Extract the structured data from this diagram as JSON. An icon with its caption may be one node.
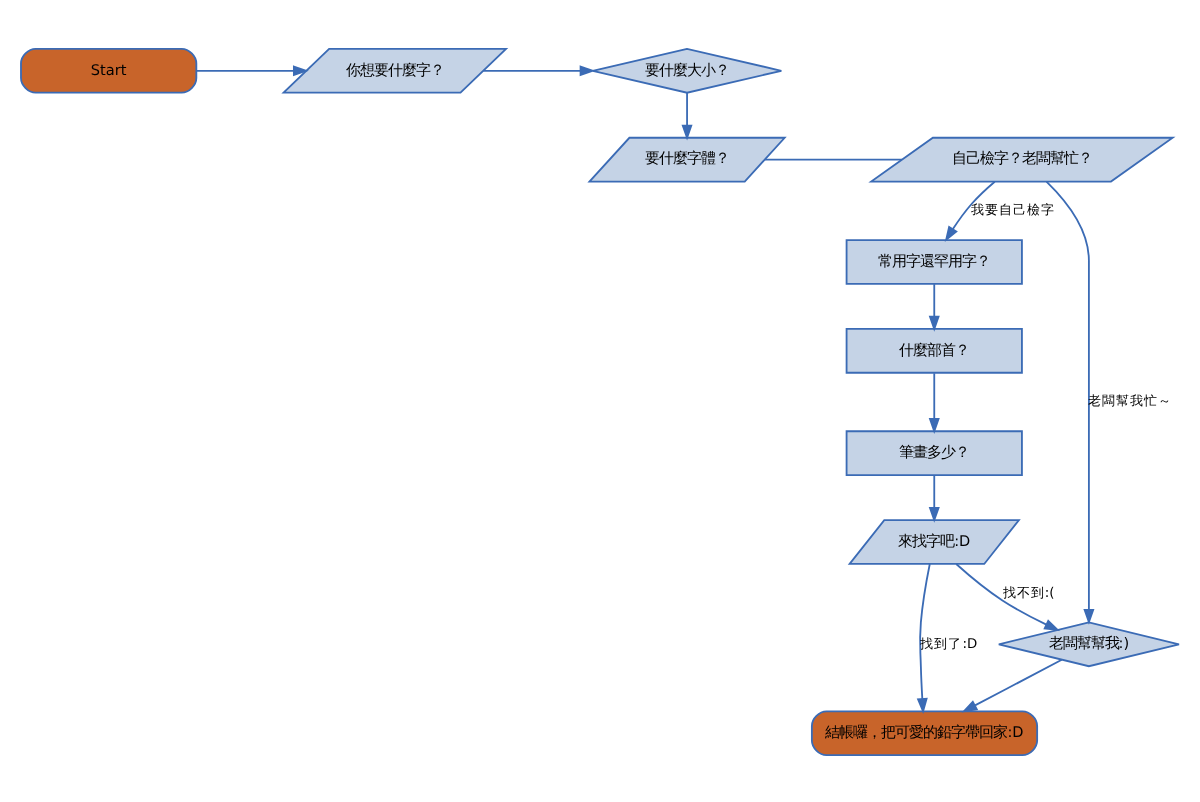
{
  "diagram": {
    "nodes": [
      {
        "text": [
          "Start"
        ]
      },
      {
        "text": [
          "你想要什麼字？"
        ]
      },
      {
        "text": [
          "要什麼大小？"
        ]
      },
      {
        "text": [
          "要什麼字體？"
        ]
      },
      {
        "text": [
          "自己檢字？老闆幫忙？"
        ]
      },
      {
        "text": [
          "常用字還罕用字？"
        ]
      },
      {
        "text": [
          "什麼部首？"
        ]
      },
      {
        "text": [
          "筆畫多少？"
        ]
      },
      {
        "text": [
          "來找字吧:D"
        ]
      },
      {
        "text": [
          "老闆幫幫我:)"
        ]
      },
      {
        "text": [
          "結帳囉，把可愛的鉛字帶回家:D"
        ]
      }
    ],
    "edges": [
      {
        "from": 0,
        "to": 1,
        "arrow": "to"
      },
      {
        "from": 1,
        "to": 2,
        "arrow": "to"
      },
      {
        "from": 2,
        "to": 3,
        "arrow": "to"
      },
      {
        "from": 3,
        "to": 4,
        "arrow": "none"
      },
      {
        "from": 4,
        "to": 5,
        "arrow": "to",
        "label": "我要自己檢字"
      },
      {
        "from": 4,
        "to": 9,
        "arrow": "to",
        "label": "老闆幫我忙～"
      },
      {
        "from": 5,
        "to": 6,
        "arrow": "to"
      },
      {
        "from": 6,
        "to": 7,
        "arrow": "to"
      },
      {
        "from": 7,
        "to": 8,
        "arrow": "to"
      },
      {
        "from": 8,
        "to": 9,
        "arrow": "to",
        "label": "找不到:("
      },
      {
        "from": 8,
        "to": 10,
        "arrow": "to",
        "label": "找到了:D"
      },
      {
        "from": 9,
        "to": 10,
        "arrow": "to"
      }
    ]
  }
}
